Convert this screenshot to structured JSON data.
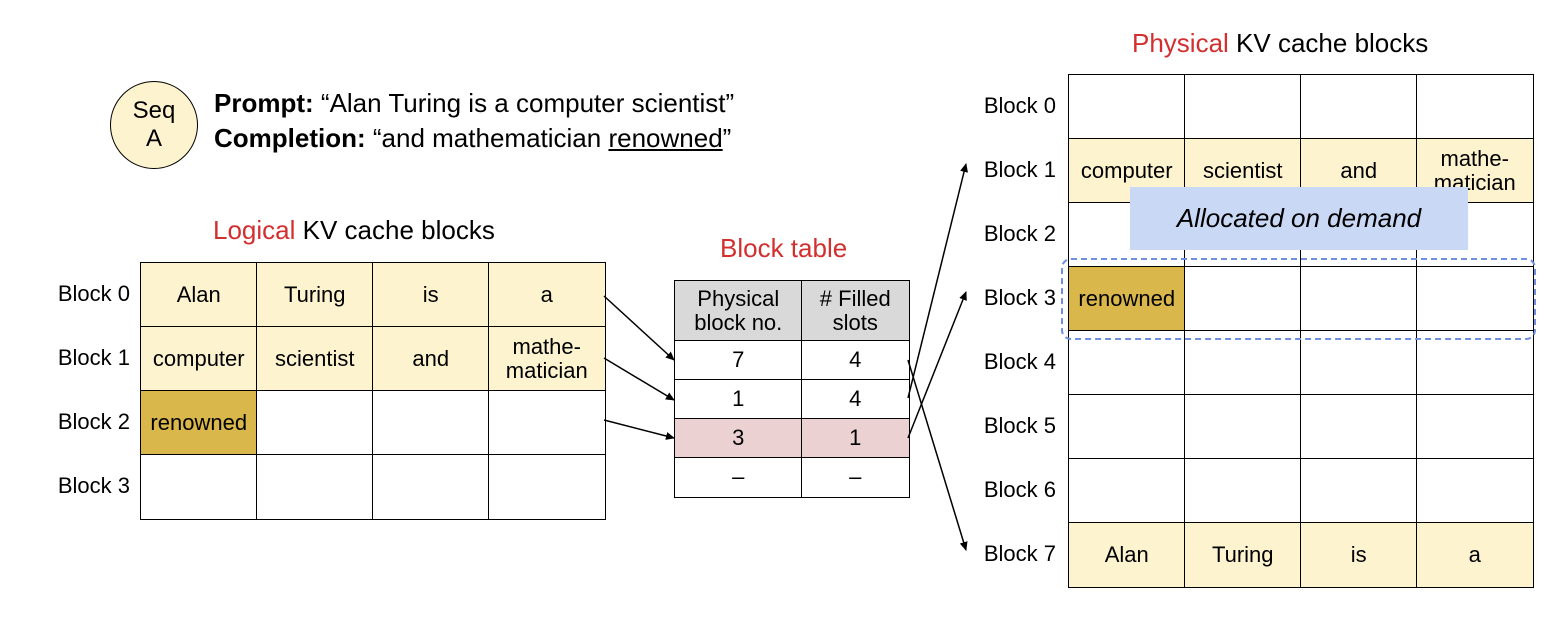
{
  "sequence": {
    "badge": [
      "Seq",
      "A"
    ],
    "prompt_label": "Prompt:",
    "prompt_text": "“Alan Turing is a computer scientist”",
    "completion_label": "Completion:",
    "completion_open": "“and mathematician ",
    "completion_underlined": "renowned",
    "completion_close": "”"
  },
  "logical": {
    "title_highlight": "Logical",
    "title_rest": " KV cache blocks",
    "row_labels": [
      "Block 0",
      "Block 1",
      "Block 2",
      "Block 3"
    ],
    "rows": [
      [
        "Alan",
        "Turing",
        "is",
        "a"
      ],
      [
        "computer",
        "scientist",
        "and",
        "mathe-\nmatician"
      ],
      [
        "renowned",
        "",
        "",
        ""
      ],
      [
        "",
        "",
        "",
        ""
      ]
    ]
  },
  "block_table": {
    "title": "Block table",
    "headers": [
      "Physical\nblock no.",
      "# Filled\nslots"
    ],
    "rows": [
      [
        "7",
        "4"
      ],
      [
        "1",
        "4"
      ],
      [
        "3",
        "1"
      ],
      [
        "–",
        "–"
      ]
    ]
  },
  "physical": {
    "title_highlight": "Physical",
    "title_rest": " KV cache blocks",
    "row_labels": [
      "Block 0",
      "Block 1",
      "Block 2",
      "Block 3",
      "Block 4",
      "Block 5",
      "Block 6",
      "Block 7"
    ],
    "rows": [
      [
        "",
        "",
        "",
        ""
      ],
      [
        "computer",
        "scientist",
        "and",
        "mathe-\nmatician"
      ],
      [
        "",
        "",
        "",
        ""
      ],
      [
        "renowned",
        "",
        "",
        ""
      ],
      [
        "",
        "",
        "",
        ""
      ],
      [
        "",
        "",
        "",
        ""
      ],
      [
        "",
        "",
        "",
        ""
      ],
      [
        "Alan",
        "Turing",
        "is",
        "a"
      ]
    ],
    "banner": "Allocated on demand"
  },
  "colors": {
    "accent_red": "#d32f2f",
    "filled_cell": "#fdf3cf",
    "new_token_cell": "#d9b74a",
    "table_header": "#d9d9d9",
    "table_highlight_row": "#ecd1d3",
    "banner_bg": "#c9d8f5",
    "dashed_outline": "#6f8fe0"
  }
}
